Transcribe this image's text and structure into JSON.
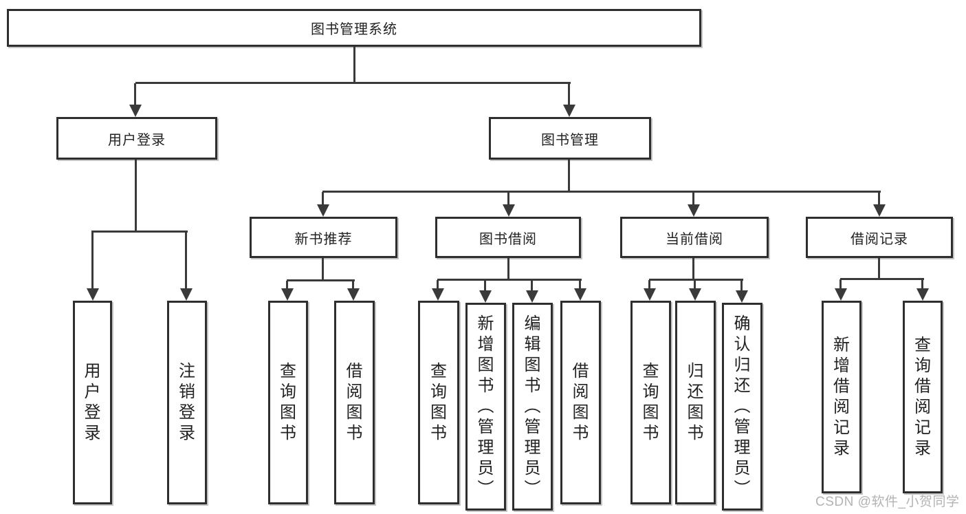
{
  "tree": {
    "label": "图书管理系统",
    "children": [
      {
        "label": "用户登录",
        "children": [
          {
            "label": "用户登录"
          },
          {
            "label": "注销登录"
          }
        ]
      },
      {
        "label": "图书管理",
        "children": [
          {
            "label": "新书推荐",
            "children": [
              {
                "label": "查询图书"
              },
              {
                "label": "借阅图书"
              }
            ]
          },
          {
            "label": "图书借阅",
            "children": [
              {
                "label": "查询图书"
              },
              {
                "label": "新增图书（管理员）"
              },
              {
                "label": "编辑图书（管理员）"
              },
              {
                "label": "借阅图书"
              }
            ]
          },
          {
            "label": "当前借阅",
            "children": [
              {
                "label": "查询图书"
              },
              {
                "label": "归还图书"
              },
              {
                "label": "确认归还（管理员）"
              }
            ]
          },
          {
            "label": "借阅记录",
            "children": [
              {
                "label": "新增借阅记录"
              },
              {
                "label": "查询借阅记录"
              }
            ]
          }
        ]
      }
    ]
  },
  "watermark": "CSDN @软件_小贺同学"
}
